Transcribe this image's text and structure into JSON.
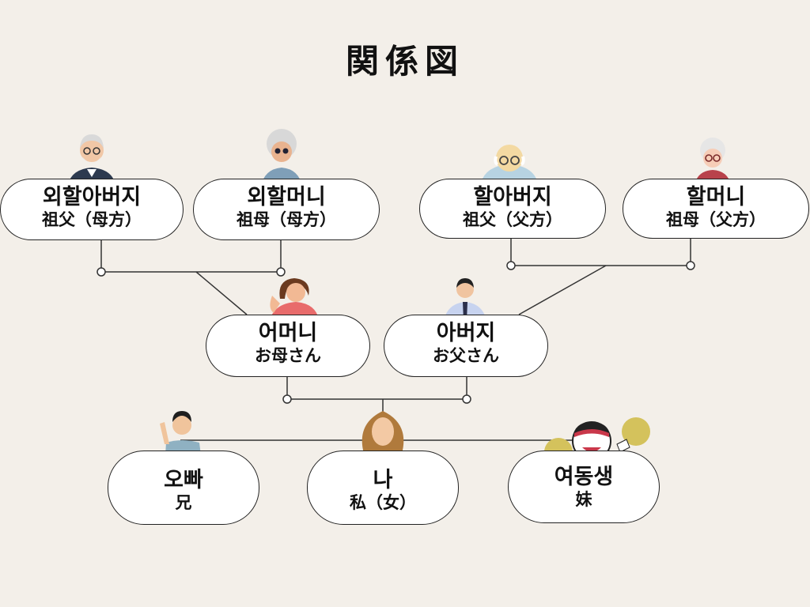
{
  "title": "関係図",
  "people": {
    "maternal_grandfather": {
      "ko": "외할아버지",
      "ja": "祖父（母方）"
    },
    "maternal_grandmother": {
      "ko": "외할머니",
      "ja": "祖母（母方）"
    },
    "paternal_grandfather": {
      "ko": "할아버지",
      "ja": "祖父（父方）"
    },
    "paternal_grandmother": {
      "ko": "할머니",
      "ja": "祖母（父方）"
    },
    "mother": {
      "ko": "어머니",
      "ja": "お母さん"
    },
    "father": {
      "ko": "아버지",
      "ja": "お父さん"
    },
    "older_brother": {
      "ko": "오빠",
      "ja": "兄"
    },
    "me": {
      "ko": "나",
      "ja": "私（女）"
    },
    "younger_sister": {
      "ko": "여동생",
      "ja": "妹"
    }
  }
}
